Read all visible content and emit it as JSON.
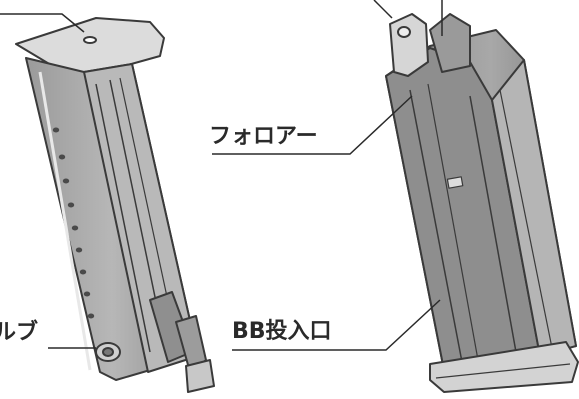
{
  "diagram": {
    "labels": {
      "follower": "フォロアー",
      "bb_port": "BB投入口",
      "valve_partial": "ルブ"
    },
    "parts": {
      "left": "magazine-left",
      "right": "magazine-right"
    },
    "colors": {
      "line": "#3a3a3a",
      "body_fill": "#a9a9a9",
      "body_dark": "#6f6f6f",
      "highlight": "#e6e6e6",
      "base_fill": "#cfcfcf"
    }
  }
}
